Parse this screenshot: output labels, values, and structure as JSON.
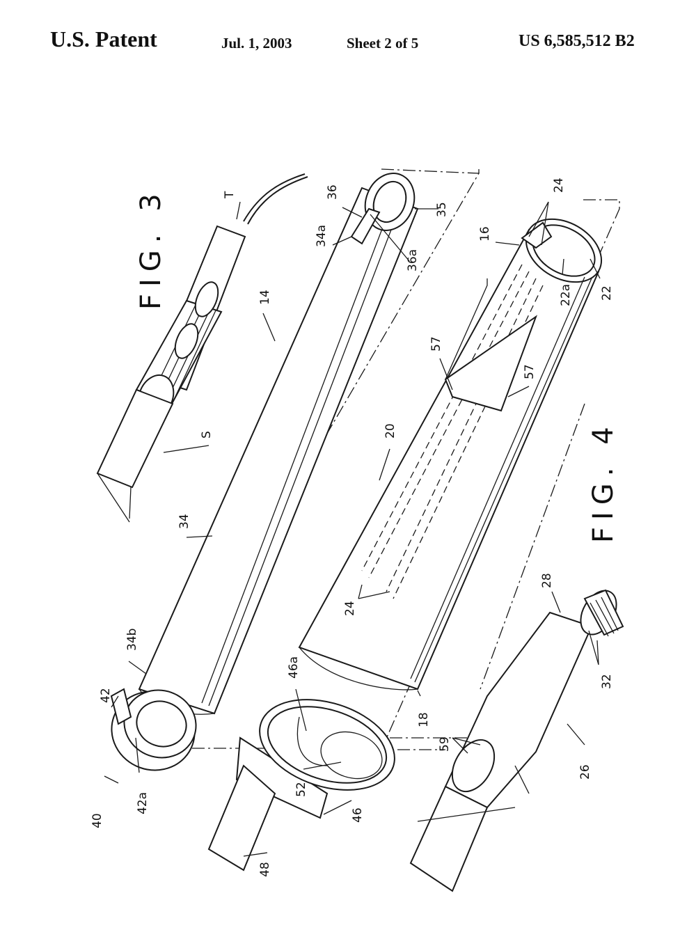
{
  "header": {
    "left": "U.S. Patent",
    "date": "Jul. 1, 2003",
    "sheet": "Sheet 2 of 5",
    "number": "US 6,585,512 B2"
  },
  "figures": {
    "fig3": "FIG. 3",
    "fig4": "FIG. 4"
  },
  "labels": {
    "T": "T",
    "n36": "36",
    "n35": "35",
    "n34a": "34a",
    "n36a": "36a",
    "n14": "14",
    "S": "S",
    "n34": "34",
    "n34b": "34b",
    "n42": "42",
    "n42a": "42a",
    "n40": "40",
    "n24top": "24",
    "n16": "16",
    "n22a": "22a",
    "n22": "22",
    "n57a": "57",
    "n57b": "57",
    "n20": "20",
    "n24bottom": "24",
    "n46a": "46a",
    "n52": "52",
    "n46": "46",
    "n48": "48",
    "n18": "18",
    "n28": "28",
    "n32": "32",
    "n59": "59",
    "n26": "26"
  }
}
